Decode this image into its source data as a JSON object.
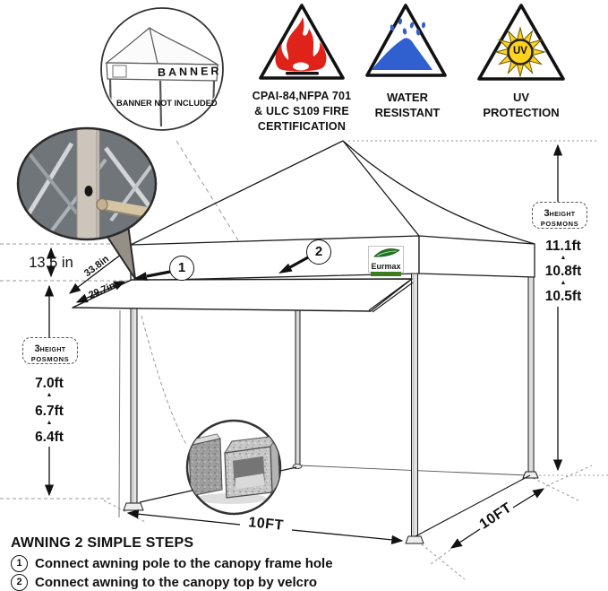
{
  "certifications": {
    "fire": {
      "icon": "flame-triangle-icon",
      "lines": [
        "CPAI-84,NFPA 701",
        "& ULC S109 FIRE",
        "CERTIFICATION"
      ]
    },
    "water": {
      "icon": "water-triangle-icon",
      "lines": [
        "WATER",
        "RESISTANT"
      ]
    },
    "uv": {
      "icon": "uv-triangle-icon",
      "sun_text": "UV",
      "lines": [
        "UV",
        "PROTECTION"
      ]
    }
  },
  "banner_inset": {
    "banner_label": "BANNER",
    "note": "BANNER NOT INCLUDED"
  },
  "brand": {
    "logo_text": "Eurmax"
  },
  "callouts": {
    "one": "1",
    "two": "2"
  },
  "measurements": {
    "valance_height": "13.5 in",
    "awning_length_top": "33.8in",
    "awning_length_bottom": "29.7in",
    "width_front": "10FT",
    "depth_side": "10FT",
    "height_box": {
      "prefix": "3",
      "word1": "HEIGHT",
      "word2": "POSMONS"
    },
    "left_heights": [
      "7.0ft",
      "6.7ft",
      "6.4ft"
    ],
    "right_heights": [
      "11.1ft",
      "10.8ft",
      "10.5ft"
    ],
    "tick": "▲"
  },
  "steps": {
    "title": "AWNING 2 SIMPLE STEPS",
    "items": [
      {
        "num": "1",
        "text": "Connect awning pole to the canopy frame hole"
      },
      {
        "num": "2",
        "text": "Connect awning to the canopy top by velcro"
      }
    ]
  },
  "colors": {
    "flame_red": "#e0231a",
    "water_blue": "#3060cf",
    "sun_yellow": "#ffd21e",
    "leaf_green": "#1f7a22",
    "line_black": "#1a1a1a"
  }
}
